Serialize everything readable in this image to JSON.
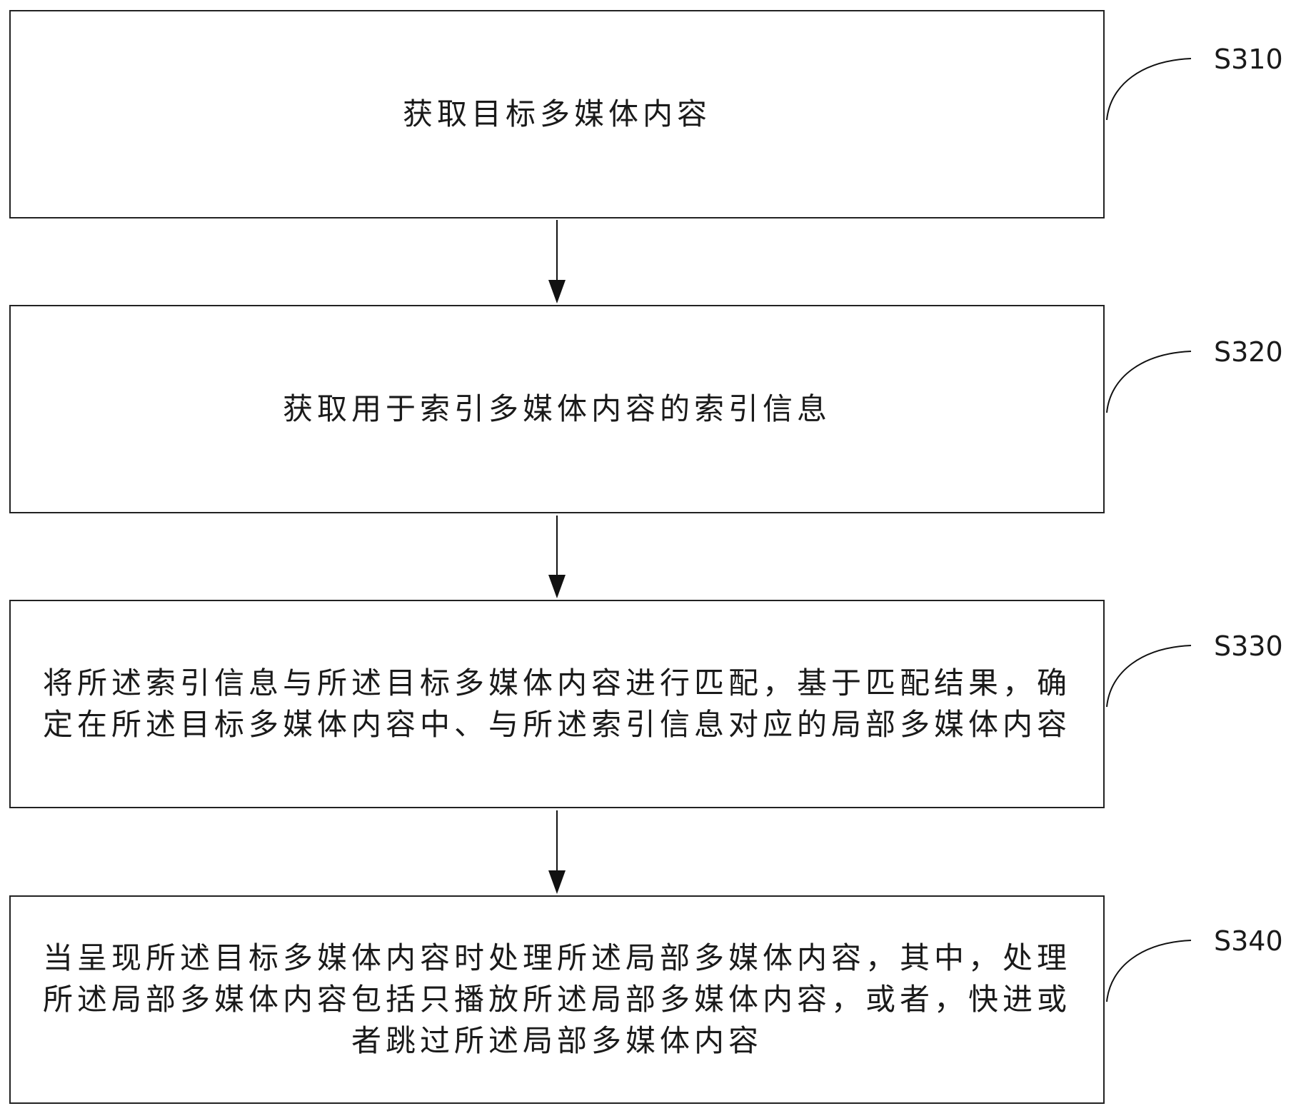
{
  "steps": [
    {
      "id": "S310",
      "text": "获取目标多媒体内容"
    },
    {
      "id": "S320",
      "text": "获取用于索引多媒体内容的索引信息"
    },
    {
      "id": "S330",
      "text": "将所述索引信息与所述目标多媒体内容进行匹配，基于匹配结果，确定在所述目标多媒体内容中、与所述索引信息对应的局部多媒体内容"
    },
    {
      "id": "S340",
      "text": "当呈现所述目标多媒体内容时处理所述局部多媒体内容，其中，处理所述局部多媒体内容包括只播放所述局部多媒体内容，或者，快进或者跳过所述局部多媒体内容"
    }
  ]
}
